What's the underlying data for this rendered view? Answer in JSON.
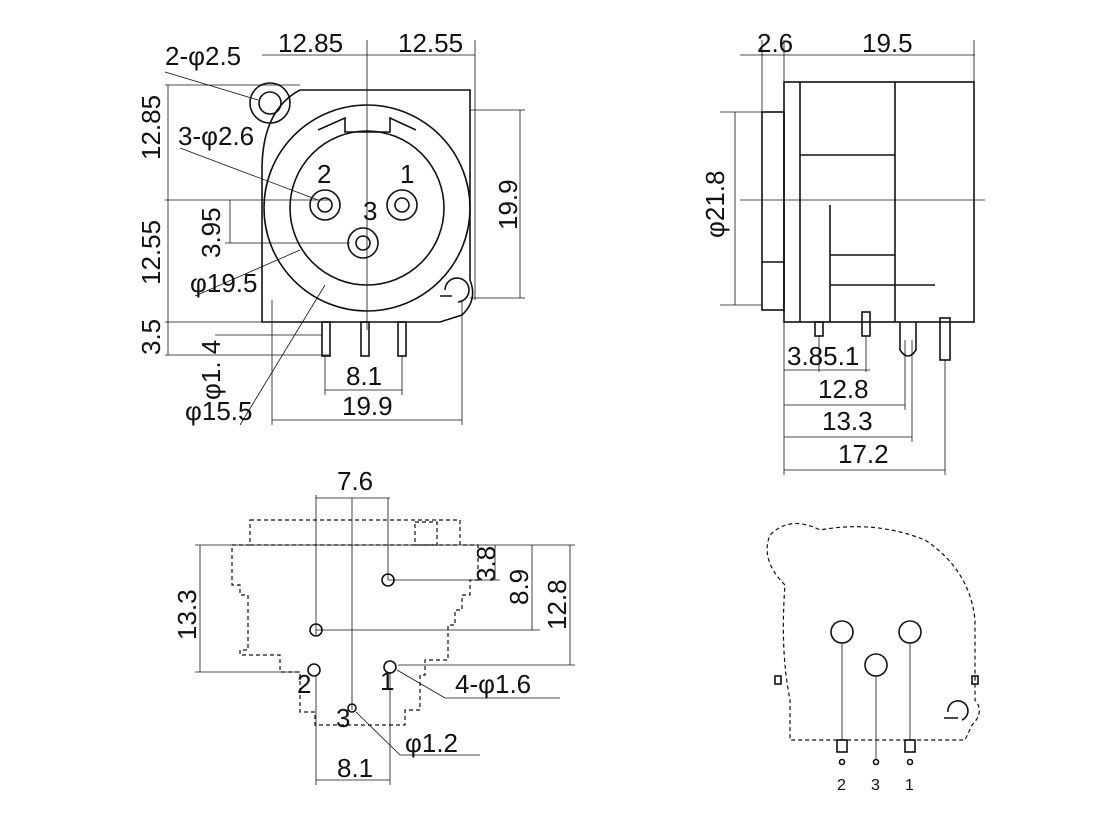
{
  "front_view": {
    "mount_holes": "2-φ2.5",
    "width_left": "12.85",
    "width_right": "12.55",
    "height_top": "12.85",
    "pin_holes": "3-φ2.6",
    "pin2": "2",
    "pin1": "1",
    "pin3": "3",
    "height_total": "19.9",
    "height_lower": "12.55",
    "pin_offset": "3.95",
    "outer_dia": "φ19.5",
    "base_height": "3.5",
    "pin_dia": "φ1. 4",
    "pin_spacing": "8.1",
    "inner_dia": "φ15.5",
    "width_total": "19.9"
  },
  "side_view": {
    "flange": "2.6",
    "depth": "19.5",
    "diameter": "φ21.8",
    "pin_pos": "3.85.1",
    "d1": "12.8",
    "d2": "13.3",
    "d3": "17.2"
  },
  "pcb_footprint": {
    "h_offset": "7.6",
    "v1": "3.8",
    "v2": "8.9",
    "v3": "12.8",
    "height": "13.3",
    "pin2": "2",
    "pin1": "1",
    "pin3": "3",
    "holes": "4-φ1.6",
    "small_hole": "φ1.2",
    "spacing": "8.1"
  },
  "rear_view": {
    "pin2": "2",
    "pin3": "3",
    "pin1": "1"
  }
}
